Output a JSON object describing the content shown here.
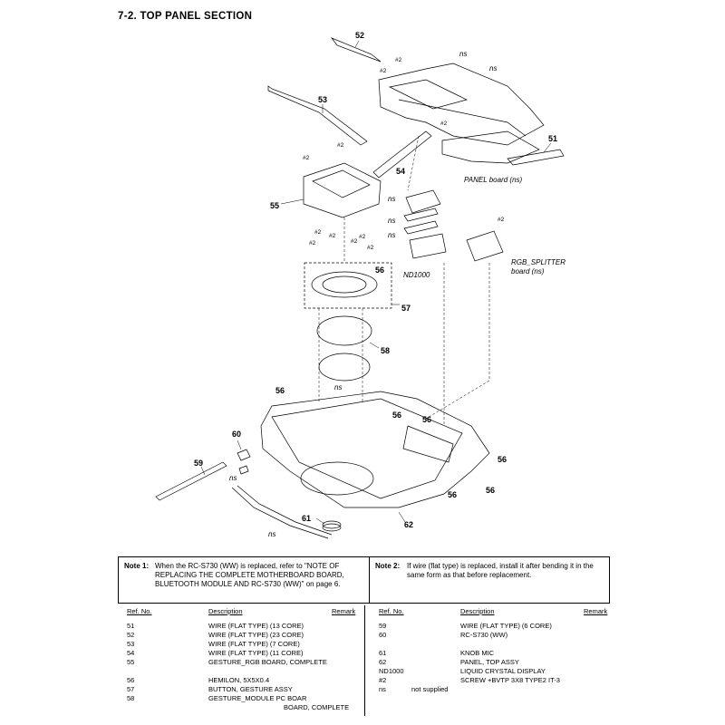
{
  "header": {
    "section_title": "7-2.   TOP PANEL SECTION"
  },
  "diagram": {
    "callouts": {
      "c51": "51",
      "c52": "52",
      "c53": "53",
      "c54": "54",
      "c55": "55",
      "c56a": "56",
      "c56b": "56",
      "c56c": "56",
      "c56d": "56",
      "c56e": "56",
      "c56f": "56",
      "c57": "57",
      "c58": "58",
      "c59": "59",
      "c60": "60",
      "c61": "61",
      "c62": "62"
    },
    "labels": {
      "panel_board": "PANEL board (ns)",
      "rgb_splitter_1": "RGB_SPLITTER",
      "rgb_splitter_2": "board (ns)",
      "nd1000": "ND1000",
      "ns": "ns",
      "screw": "#2"
    }
  },
  "notes": {
    "note1_label": "Note 1:",
    "note1_text": "When the RC-S730 (WW) is replaced, refer to \"NOTE OF REPLACING THE COMPLETE MOTHERBOARD BOARD, BLUETOOTH MODULE AND RC-S730 (WW)\" on page 6.",
    "note2_label": "Note 2:",
    "note2_text": "If wire (flat type) is replaced, install it after bending it in the same form as that before replacement."
  },
  "parts_table": {
    "headers": {
      "ref": "Ref. No.",
      "desc": "Description",
      "remark": "Remark"
    },
    "left": [
      {
        "ref": "51",
        "desc": "WIRE (FLAT TYPE) (13 CORE)"
      },
      {
        "ref": "52",
        "desc": "WIRE (FLAT TYPE) (23 CORE)"
      },
      {
        "ref": "53",
        "desc": "WIRE (FLAT TYPE) (7 CORE)"
      },
      {
        "ref": "54",
        "desc": "WIRE (FLAT TYPE) (11 CORE)"
      },
      {
        "ref": "55",
        "desc": "GESTURE_RGB BOARD, COMPLETE"
      },
      {
        "ref": "56",
        "desc": "HEMILON, 5X5X0.4"
      },
      {
        "ref": "57",
        "desc": "BUTTON, GESTURE ASSY"
      },
      {
        "ref": "58",
        "desc": "GESTURE_MODULE PC BOAR"
      },
      {
        "ref": "",
        "desc": "BOARD, COMPLETE"
      }
    ],
    "right": [
      {
        "ref": "59",
        "desc": "WIRE (FLAT TYPE) (6 CORE)"
      },
      {
        "ref": "60",
        "desc": "RC-S730 (WW)"
      },
      {
        "ref": "61",
        "desc": "KNOB MIC"
      },
      {
        "ref": "62",
        "desc": "PANEL, TOP ASSY"
      },
      {
        "ref": "ND1000",
        "desc": "LIQUID CRYSTAL DISPLAY"
      },
      {
        "ref": "#2",
        "desc": "SCREW +BVTP 3X8 TYPE2 IT-3"
      },
      {
        "ref": "ns",
        "desc": "not supplied"
      }
    ]
  }
}
